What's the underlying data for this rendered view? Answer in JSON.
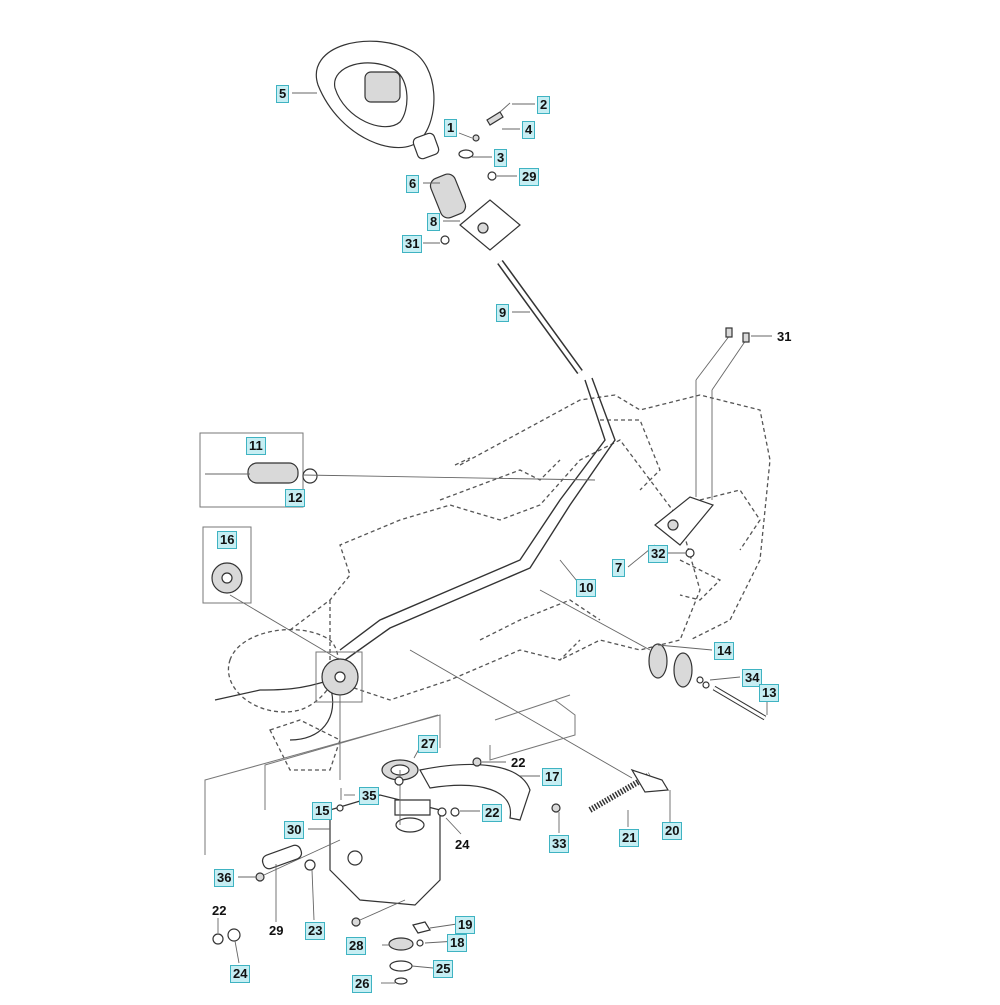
{
  "diagram": {
    "title": "Steering assembly exploded parts diagram",
    "label_style": {
      "boxed_fill": "#c6eef3",
      "boxed_border": "#3fb3c2",
      "text": "#111111"
    },
    "callouts": [
      {
        "id": "5",
        "boxed": true,
        "part": "steering-wheel"
      },
      {
        "id": "2",
        "boxed": true,
        "part": "screw"
      },
      {
        "id": "1",
        "boxed": true,
        "part": "spring"
      },
      {
        "id": "4",
        "boxed": true,
        "part": "cap"
      },
      {
        "id": "3",
        "boxed": true,
        "part": "washer"
      },
      {
        "id": "6",
        "boxed": true,
        "part": "steering-hub-sleeve"
      },
      {
        "id": "29",
        "boxed": true,
        "part": "nut-upper"
      },
      {
        "id": "8",
        "boxed": true,
        "part": "plate"
      },
      {
        "id": "31",
        "boxed": true,
        "part": "nut-plate"
      },
      {
        "id": "9",
        "boxed": true,
        "part": "steering-shaft"
      },
      {
        "id": "31",
        "boxed": false,
        "part": "bolts-bracket"
      },
      {
        "id": "11",
        "boxed": true,
        "part": "cable-clamp"
      },
      {
        "id": "12",
        "boxed": true,
        "part": "cable-clamp-lower"
      },
      {
        "id": "16",
        "boxed": true,
        "part": "pulley-detail"
      },
      {
        "id": "7",
        "boxed": true,
        "part": "bracket"
      },
      {
        "id": "32",
        "boxed": true,
        "part": "nut-bracket"
      },
      {
        "id": "10",
        "boxed": true,
        "part": "steering-cable"
      },
      {
        "id": "14",
        "boxed": true,
        "part": "pulleys"
      },
      {
        "id": "34",
        "boxed": true,
        "part": "washers"
      },
      {
        "id": "13",
        "boxed": true,
        "part": "axle-shaft"
      },
      {
        "id": "27",
        "boxed": true,
        "part": "bearing-upper"
      },
      {
        "id": "22",
        "boxed": false,
        "part": "nut-arm"
      },
      {
        "id": "17",
        "boxed": true,
        "part": "steering-arm"
      },
      {
        "id": "15",
        "boxed": true,
        "part": "washer-pulley"
      },
      {
        "id": "35",
        "boxed": true,
        "part": "bolt-pulley"
      },
      {
        "id": "22",
        "boxed": true,
        "part": "circlip-right"
      },
      {
        "id": "24",
        "boxed": false,
        "part": "washer-right"
      },
      {
        "id": "30",
        "boxed": true,
        "part": "gear-housing"
      },
      {
        "id": "33",
        "boxed": true,
        "part": "nut-arm-end"
      },
      {
        "id": "21",
        "boxed": true,
        "part": "spring-return"
      },
      {
        "id": "20",
        "boxed": true,
        "part": "spring-bracket"
      },
      {
        "id": "36",
        "boxed": true,
        "part": "nut-housing"
      },
      {
        "id": "22",
        "boxed": false,
        "part": "circlip-left"
      },
      {
        "id": "29",
        "boxed": false,
        "part": "pin"
      },
      {
        "id": "23",
        "boxed": true,
        "part": "seal"
      },
      {
        "id": "19",
        "boxed": true,
        "part": "tab-washer"
      },
      {
        "id": "28",
        "boxed": true,
        "part": "bearing-lower"
      },
      {
        "id": "18",
        "boxed": true,
        "part": "bolt-lower"
      },
      {
        "id": "24",
        "boxed": true,
        "part": "washer-left"
      },
      {
        "id": "25",
        "boxed": true,
        "part": "seal-ring"
      },
      {
        "id": "26",
        "boxed": true,
        "part": "o-ring"
      }
    ]
  }
}
